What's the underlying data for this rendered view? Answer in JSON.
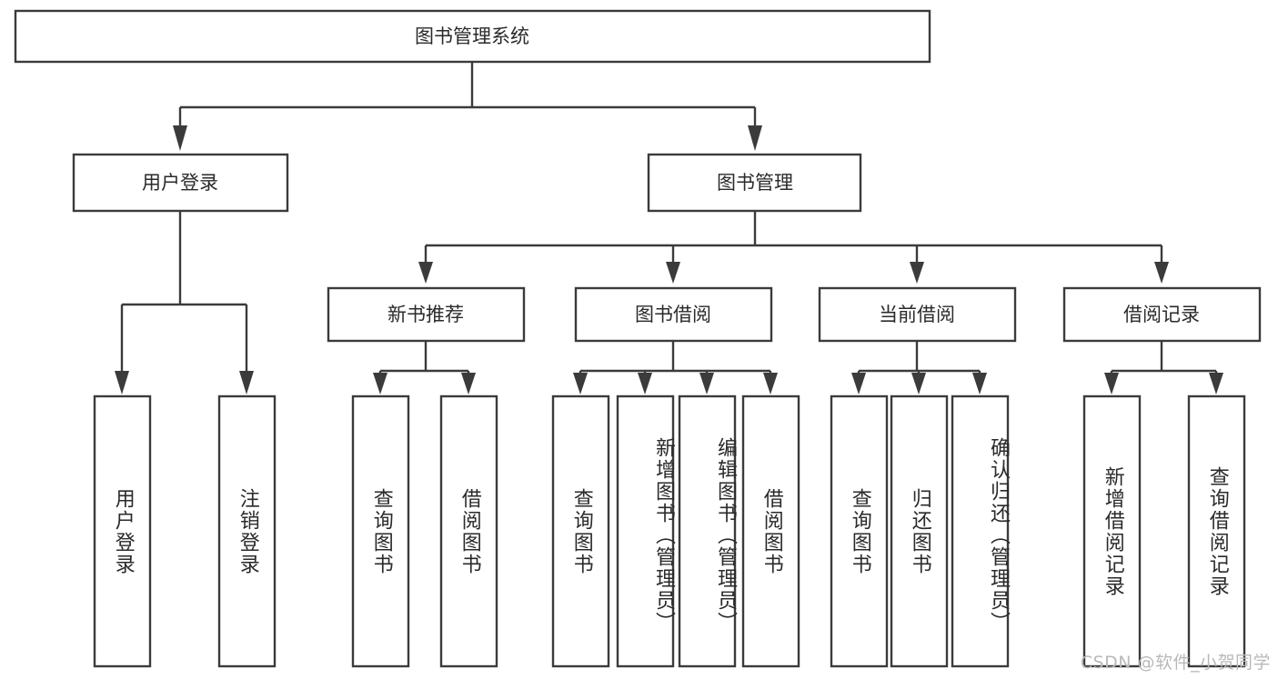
{
  "diagram": {
    "title": "图书管理系统",
    "type": "tree-hierarchy",
    "watermark": "CSDN @软件_小贺同学",
    "colors": {
      "stroke": "#3b3b3b",
      "box_fill": "#ffffff",
      "text": "#2a2a2a",
      "background": "#ffffff",
      "watermark": "#b9b9b9"
    },
    "root": {
      "label": "图书管理系统",
      "orientation": "horizontal"
    },
    "level2": [
      {
        "label": "用户登录",
        "orientation": "horizontal"
      },
      {
        "label": "图书管理",
        "orientation": "horizontal"
      }
    ],
    "level3": [
      {
        "label": "新书推荐",
        "orientation": "horizontal"
      },
      {
        "label": "图书借阅",
        "orientation": "horizontal"
      },
      {
        "label": "当前借阅",
        "orientation": "horizontal"
      },
      {
        "label": "借阅记录",
        "orientation": "horizontal"
      }
    ],
    "leaves": {
      "user_login": [
        {
          "label": "用户登录",
          "orientation": "vertical"
        },
        {
          "label": "注销登录",
          "orientation": "vertical"
        }
      ],
      "new_book_recommend": [
        {
          "label": "查询图书",
          "orientation": "vertical"
        },
        {
          "label": "借阅图书",
          "orientation": "vertical"
        }
      ],
      "book_borrow": [
        {
          "label": "查询图书",
          "orientation": "vertical"
        },
        {
          "label": "新增图书（管理员）",
          "orientation": "vertical"
        },
        {
          "label": "编辑图书（管理员）",
          "orientation": "vertical"
        },
        {
          "label": "借阅图书",
          "orientation": "vertical"
        }
      ],
      "current_borrow": [
        {
          "label": "查询图书",
          "orientation": "vertical"
        },
        {
          "label": "归还图书",
          "orientation": "vertical"
        },
        {
          "label": "确认归还（管理员）",
          "orientation": "vertical"
        }
      ],
      "borrow_record": [
        {
          "label": "新增借阅记录",
          "orientation": "vertical"
        },
        {
          "label": "查询借阅记录",
          "orientation": "vertical"
        }
      ]
    }
  }
}
